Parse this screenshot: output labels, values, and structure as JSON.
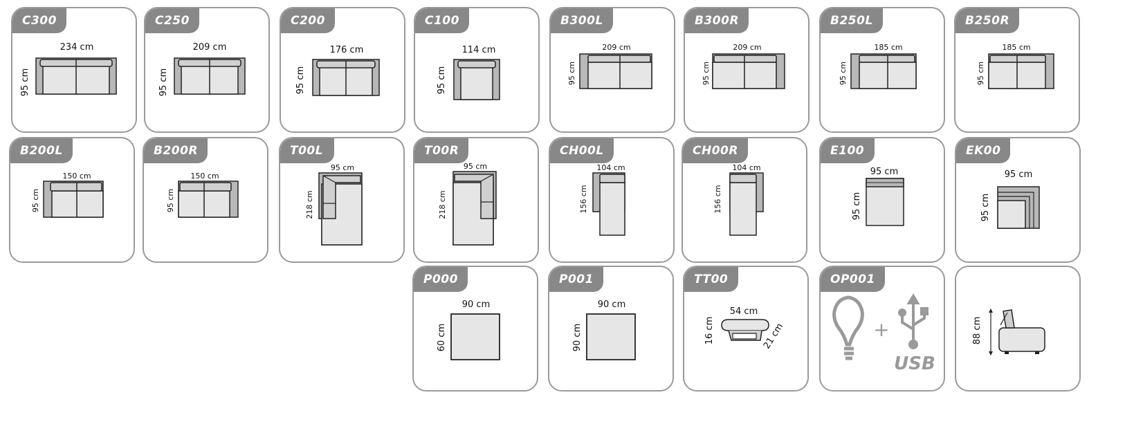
{
  "modules": [
    {
      "code": "C300",
      "width": "234 cm",
      "depth": "95 cm"
    },
    {
      "code": "C250",
      "width": "209 cm",
      "depth": "95 cm"
    },
    {
      "code": "C200",
      "width": "176 cm",
      "depth": "95 cm"
    },
    {
      "code": "C100",
      "width": "114 cm",
      "depth": "95 cm"
    },
    {
      "code": "B300L",
      "width": "209 cm",
      "depth": "95 cm"
    },
    {
      "code": "B300R",
      "width": "209 cm",
      "depth": "95 cm"
    },
    {
      "code": "B250L",
      "width": "185 cm",
      "depth": "95 cm"
    },
    {
      "code": "B250R",
      "width": "185 cm",
      "depth": "95 cm"
    },
    {
      "code": "B200L",
      "width": "150 cm",
      "depth": "95 cm"
    },
    {
      "code": "B200R",
      "width": "150 cm",
      "depth": "95 cm"
    },
    {
      "code": "T00L",
      "width": "95 cm",
      "depth": "218 cm"
    },
    {
      "code": "T00R",
      "width": "95 cm",
      "depth": "218 cm"
    },
    {
      "code": "CH00L",
      "width": "104 cm",
      "depth": "156 cm"
    },
    {
      "code": "CH00R",
      "width": "104 cm",
      "depth": "156 cm"
    },
    {
      "code": "E100",
      "width": "95 cm",
      "depth": "95 cm"
    },
    {
      "code": "EK00",
      "width": "95 cm",
      "depth": "95 cm"
    },
    {
      "code": "P000",
      "width": "90 cm",
      "depth": "60 cm"
    },
    {
      "code": "P001",
      "width": "90 cm",
      "depth": "90 cm"
    },
    {
      "code": "TT00",
      "width": "54 cm",
      "height": "16 cm",
      "depth": "21 cm"
    },
    {
      "code": "OP001",
      "plus": "+",
      "usb": "USB"
    },
    {
      "height": "88 cm"
    }
  ],
  "colors": {
    "tag": "#888888",
    "border": "#9a9a9a",
    "seat": "#e6e6e6",
    "arm": "#b8b8b8"
  }
}
